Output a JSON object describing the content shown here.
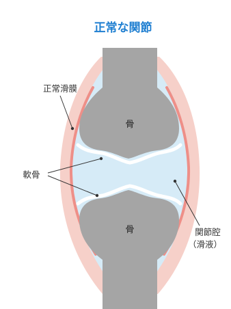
{
  "title": "正常な関節",
  "labels": {
    "synovium": "正常滑膜",
    "cartilage": "軟骨",
    "bone_upper": "骨",
    "bone_lower": "骨",
    "cavity_line1": "関節腔",
    "cavity_line2": "（滑液）"
  },
  "colors": {
    "title": "#1f7fd1",
    "bone": "#a5a5a5",
    "capsule": "#f6d0c9",
    "synovium": "#ee8f88",
    "synovial_fluid": "#d6ebf7",
    "cartilage": "#ffffff",
    "leader_line": "#333333"
  }
}
